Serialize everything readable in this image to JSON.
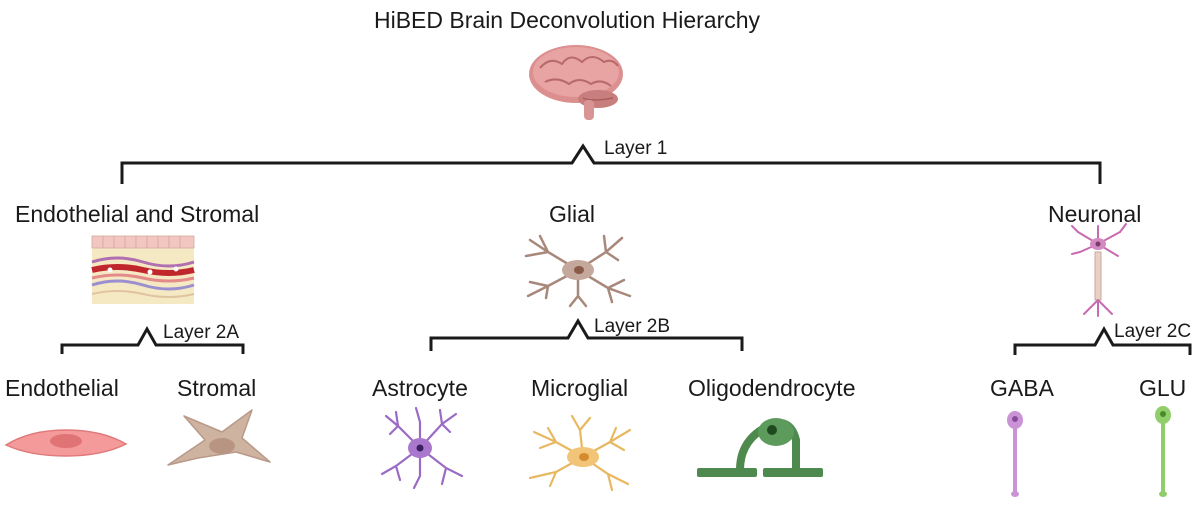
{
  "title": "HiBED Brain Deconvolution Hierarchy",
  "layers": {
    "l1": "Layer 1",
    "l2a": "Layer 2A",
    "l2b": "Layer 2B",
    "l2c": "Layer 2C"
  },
  "categories": {
    "endo_stromal": "Endothelial and Stromal",
    "glial": "Glial",
    "neuronal": "Neuronal"
  },
  "cells": {
    "endothelial": "Endothelial",
    "stromal": "Stromal",
    "astrocyte": "Astrocyte",
    "microglial": "Microglial",
    "oligodendrocyte": "Oligodendrocyte",
    "gaba": "GABA",
    "glu": "GLU"
  },
  "colors": {
    "line": "#1a1a1a",
    "brain": "#d98a8a",
    "endothelial": "#f08a8a",
    "stromal": "#c9ab97",
    "astrocyte": "#9b6bc4",
    "microglial": "#f0c070",
    "oligodendrocyte": "#4e8a4e",
    "gaba": "#c993d6",
    "glu": "#8fce6a",
    "glial_cell": "#b99a8e"
  }
}
